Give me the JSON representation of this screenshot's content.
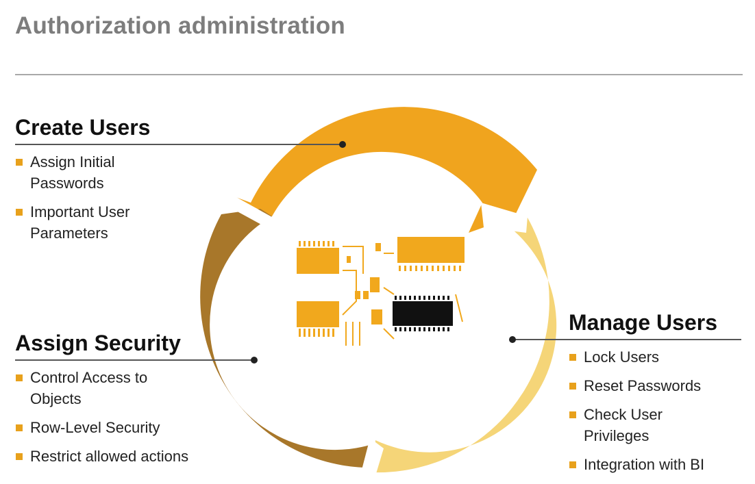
{
  "header": {
    "title": "Authorization administration"
  },
  "sections": {
    "create": {
      "heading": "Create Users",
      "items": [
        {
          "label": "Assign Initial Passwords"
        },
        {
          "label": "Important User Parameters"
        }
      ]
    },
    "security": {
      "heading": "Assign Security",
      "items": [
        {
          "label": "Control Access to Objects"
        },
        {
          "label": "Row-Level Security"
        },
        {
          "label": "Restrict allowed actions"
        }
      ]
    },
    "manage": {
      "heading": "Manage Users",
      "items": [
        {
          "label": "Lock Users"
        },
        {
          "label": "Reset Passwords"
        },
        {
          "label": "Check User Privileges"
        },
        {
          "label": "Integration with BI"
        }
      ]
    }
  },
  "colors": {
    "arc_create": "#f0a41e",
    "arc_security": "#a8772a",
    "arc_manage": "#f5d578",
    "bullet": "#e8a11c",
    "chip_body": "#111111",
    "circuit": "#f1a81d"
  },
  "icons": {
    "center_image": "circuit-board-icon"
  }
}
